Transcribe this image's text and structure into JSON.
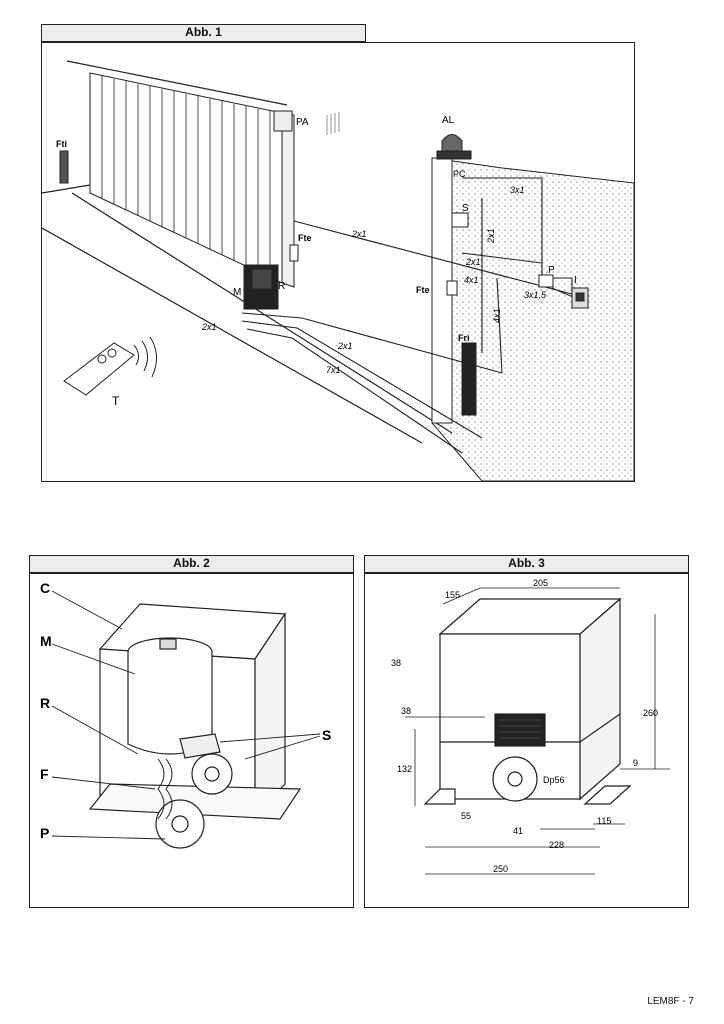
{
  "figures": {
    "fig1": {
      "title": "Abb. 1",
      "labels": {
        "PA": "PA",
        "AL": "AL",
        "PC": "PC",
        "Fti": "Fti",
        "S": "S",
        "Fte_gate": "Fte",
        "Fte_wall": "Fte",
        "M": "M",
        "R": "R",
        "P": "P",
        "I": "I",
        "Fri": "Fri",
        "T": "T"
      },
      "cables": {
        "c1": "2x1",
        "c2": "3x1",
        "c3": "2x1",
        "c4": "2x1",
        "c5": "4x1",
        "c6": "3x1,5",
        "c7": "4x1",
        "c8": "2x1",
        "c9": "2x1",
        "c10": "7x1"
      }
    },
    "fig2": {
      "title": "Abb. 2",
      "labels": {
        "C": "C",
        "M": "M",
        "R": "R",
        "F": "F",
        "P": "P",
        "S": "S"
      }
    },
    "fig3": {
      "title": "Abb. 3",
      "dimensions": {
        "d205": "205",
        "d155": "155",
        "d38a": "38",
        "d38b": "38",
        "d260": "260",
        "d132": "132",
        "d9": "9",
        "dp56": "Dp56",
        "d55": "55",
        "d41": "41",
        "d115": "115",
        "d228": "228",
        "d250": "250"
      }
    }
  },
  "footer": "LEM8F - 7"
}
